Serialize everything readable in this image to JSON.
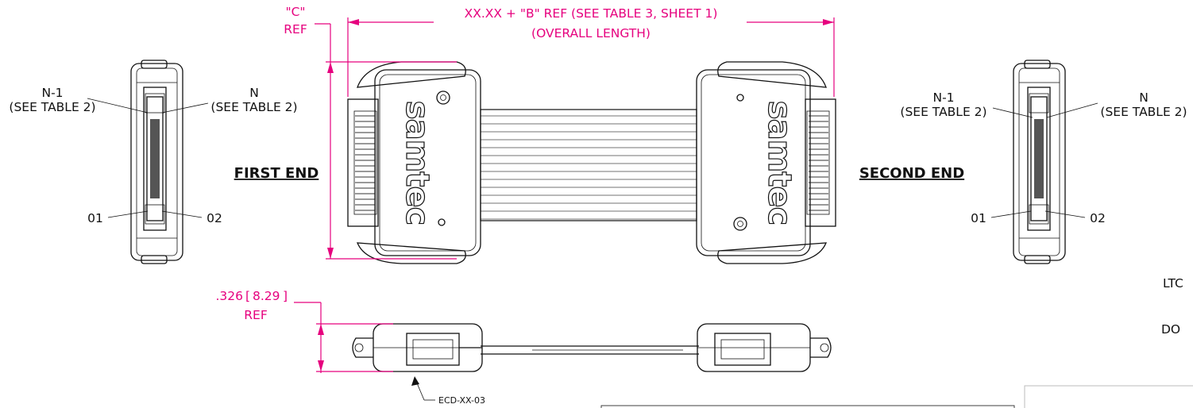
{
  "dimensions": {
    "overall_length_line1": "XX.XX + \"B\" REF (SEE TABLE 3, SHEET 1)",
    "overall_length_line2": "(OVERALL LENGTH)",
    "c_ref_line1": "\"C\"",
    "c_ref_line2": "REF",
    "height_value": ".326",
    "height_metric": "8.29",
    "height_ref": "REF"
  },
  "first_end": {
    "title": "FIRST END",
    "callout_n_minus_1": "N-1",
    "callout_n_minus_1_note": "(SEE TABLE 2)",
    "callout_n": "N",
    "callout_n_note": "(SEE TABLE 2)",
    "callout_01": "01",
    "callout_02": "02"
  },
  "second_end": {
    "title": "SECOND END",
    "callout_n_minus_1": "N-1",
    "callout_n_minus_1_note": "(SEE TABLE 2)",
    "callout_n": "N",
    "callout_n_note": "(SEE TABLE 2)",
    "callout_01": "01",
    "callout_02": "02"
  },
  "part_callout": "ECD-XX-03",
  "brand": "samtec",
  "edge_labels": {
    "ltc": "LTC",
    "do": "DO"
  },
  "colors": {
    "dimension": "#e6007e",
    "outline": "#111111"
  }
}
